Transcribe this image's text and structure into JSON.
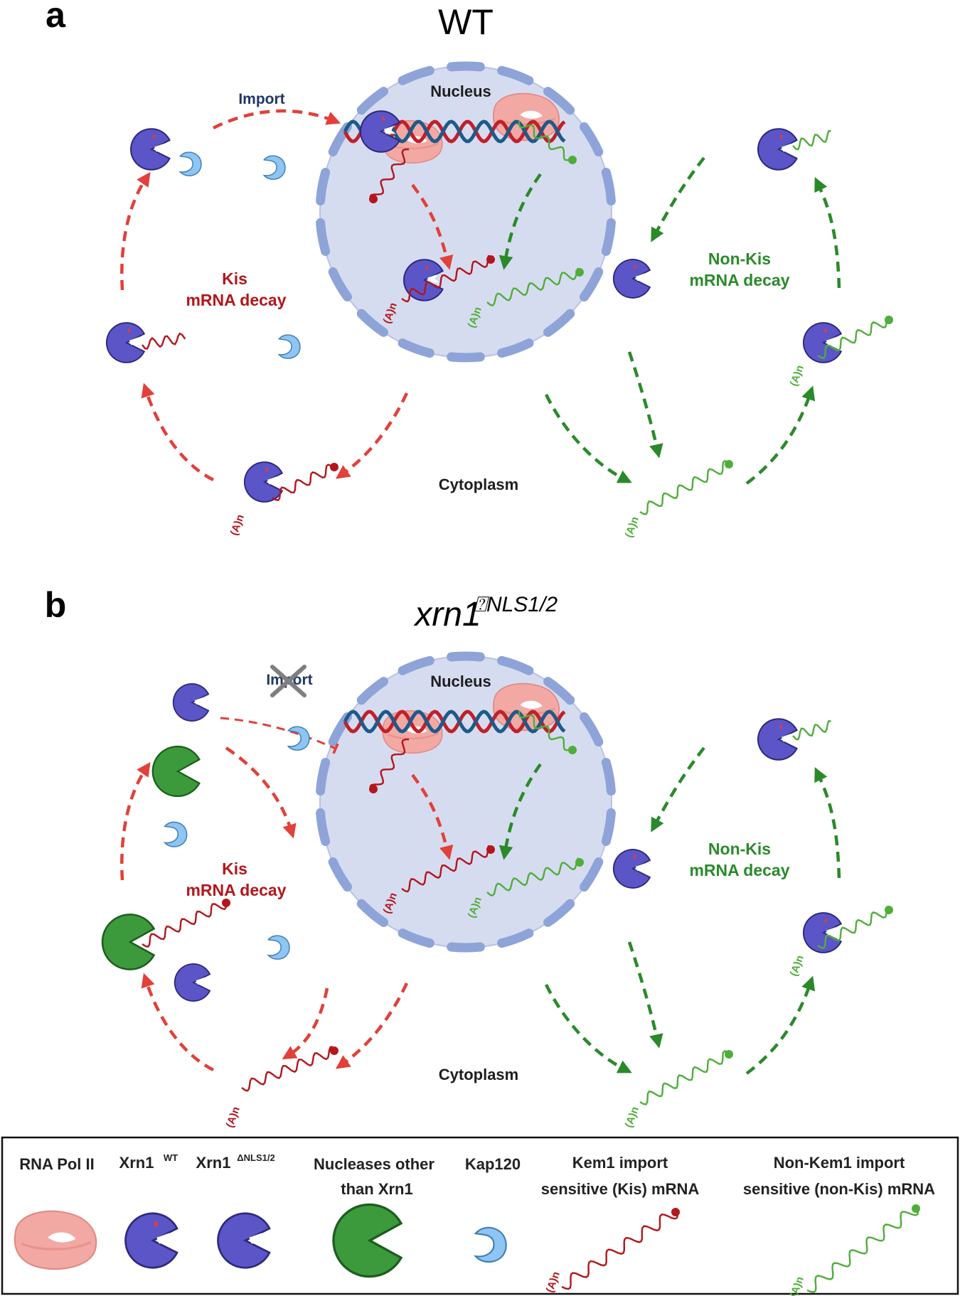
{
  "panel_a": {
    "letter": "a",
    "title": "WT",
    "import_label": "Import",
    "nucleus_label": "Nucleus",
    "cytoplasm_label": "Cytoplasm",
    "kis_label_line1": "Kis",
    "kis_label_line2": "mRNA decay",
    "nonkis_label_line1": "Non-Kis",
    "nonkis_label_line2": "mRNA decay",
    "polya": "(A)n"
  },
  "panel_b": {
    "letter": "b",
    "title_main": "xrn1",
    "title_sup": "⍰NLS1/2",
    "import_label": "Import",
    "nucleus_label": "Nucleus",
    "cytoplasm_label": "Cytoplasm",
    "kis_label_line1": "Kis",
    "kis_label_line2": "mRNA decay",
    "nonkis_label_line1": "Non-Kis",
    "nonkis_label_line2": "mRNA decay",
    "polya": "(A)n"
  },
  "legend": {
    "pol2": "RNA Pol II",
    "xrn1wt_main": "Xrn1",
    "xrn1wt_sup": "WT",
    "xrn1dnls_main": "Xrn1",
    "xrn1dnls_sup": "ΔNLS1/2",
    "nucleases_line1": "Nucleases  other",
    "nucleases_line2": "than Xrn1",
    "kap120": "Kap120",
    "kis_line1": "Kem1 import",
    "kis_line2": "sensitive (Kis) mRNA",
    "nonkis_line1": "Non-Kem1 import",
    "nonkis_line2": "sensitive (non-Kis) mRNA",
    "polya": "(A)n"
  },
  "colors": {
    "red": "#e2403a",
    "darkred": "#b3161b",
    "green": "#2a8a2a",
    "lightgreen": "#4fae3a",
    "navy": "#1f3864",
    "xrn1": "#5b55c8",
    "kap": "#8ec5f2",
    "nucleus_fill": "#d6dcf0",
    "envelope": "#8ea4d8",
    "pol2": "#f2a9a4"
  }
}
